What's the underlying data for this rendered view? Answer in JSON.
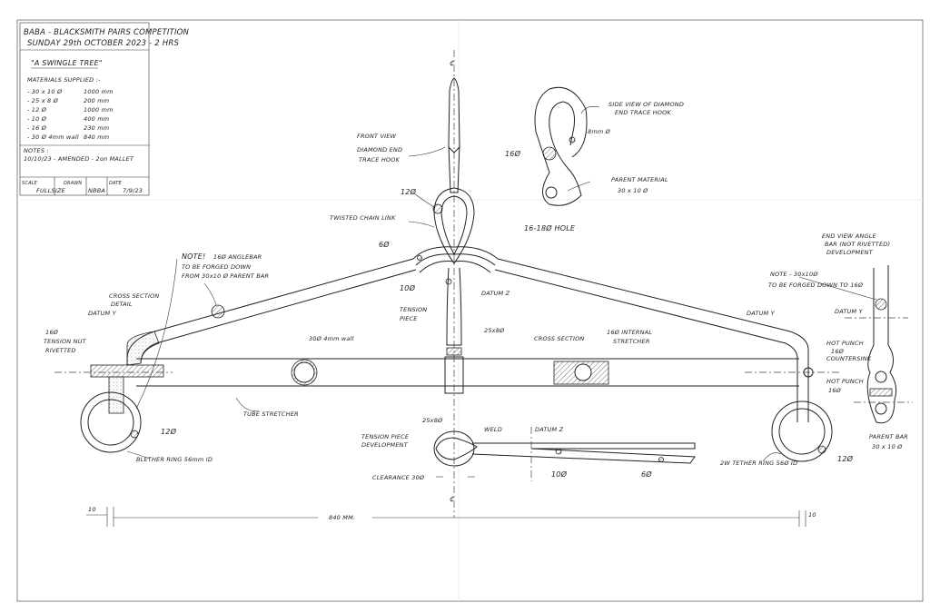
{
  "title_block": {
    "line1": "BABA - BLACKSMITH PAIRS COMPETITION",
    "line2": "SUNDAY 29th OCTOBER 2023 - 2 HRS",
    "project": "\"A SWINGLE TREE\"",
    "materials_heading": "MATERIALS SUPPLIED :-",
    "materials": [
      {
        "item": "- 30 x 10 Ø",
        "length": "1000 mm"
      },
      {
        "item": "- 25 x 8 Ø",
        "length": "200 mm"
      },
      {
        "item": "- 12 Ø",
        "length": "1000 mm"
      },
      {
        "item": "- 10 Ø",
        "length": "400 mm"
      },
      {
        "item": "- 16 Ø",
        "length": "230 mm"
      },
      {
        "item": "- 30 Ø 4mm wall",
        "length": "840 mm"
      }
    ],
    "notes_heading": "NOTES :",
    "note": "10/10/23 - AMENDED - 2on MALLET",
    "scale_label": "SCALE",
    "scale_value": "FULLSIZE",
    "drawn_label": "DRAWN",
    "drawn_value": "NBBA",
    "date_label": "DATE",
    "date_value": "7/9/23"
  },
  "labels": {
    "front_view": "FRONT VIEW",
    "diamond_end": "DIAMOND END",
    "trace_hook": "TRACE HOOK",
    "side_view_1": "SIDE VIEW OF DIAMOND",
    "side_view_2": "END TRACE HOOK",
    "hook_8mm": "8mm Ø",
    "hook_16": "16Ø",
    "parent_material": "PARENT MATERIAL",
    "parent_material_size": "30 x 10 Ø",
    "hole": "16-18Ø HOLE",
    "link_12": "12Ø",
    "twisted_chain_link": "TWISTED CHAIN LINK",
    "wrap_6": "6Ø",
    "wrap_10": "10Ø",
    "datum_z_top": "DATUM Z",
    "tension_piece_1": "TENSION",
    "tension_piece_2": "PIECE",
    "tp_25x8": "25x8Ø",
    "cross_section": "CROSS SECTION",
    "internal_16_1": "16Ø INTERNAL",
    "internal_16_2": "STRETCHER",
    "note_title": "NOTE!",
    "note_1": "16Ø ANGLEBAR",
    "note_2": "TO BE FORGED DOWN",
    "note_3": "FROM 30x10 Ø PARENT BAR",
    "cs_detail_1": "CROSS SECTION",
    "cs_detail_2": "DETAIL",
    "datum_y_left": "DATUM Y",
    "tension_nut_1": "16Ø",
    "tension_nut_2": "TENSION NUT",
    "tension_nut_3": "RIVETTED",
    "tube_30": "30Ø 4mm wall",
    "tube_stretcher": "TUBE STRETCHER",
    "ring_left_12": "12Ø",
    "ring_left": "BLETHER RING 56mm ID",
    "end_view_1": "END VIEW ANGLE",
    "end_view_2": "BAR (NOT RIVETTED)",
    "end_view_3": "DEVELOPMENT",
    "note_r_1": "NOTE - 30x10Ø",
    "note_r_2": "TO BE FORGED DOWN TO 16Ø",
    "datum_y_right": "DATUM Y",
    "datum_y_end": "DATUM Y",
    "hot_punch_cs_1": "HOT PUNCH",
    "hot_punch_cs_2": "16Ø",
    "hot_punch_cs_3": "COUNTERSINK",
    "hot_punch_1": "HOT PUNCH",
    "hot_punch_2": "16Ø",
    "parent_bar_1": "PARENT BAR",
    "parent_bar_2": "30 x 10 Ø",
    "ring_right_12": "12Ø",
    "ring_right": "2W TETHER RING 56Ø ID",
    "dev_25x8": "25x8Ø",
    "weld": "WELD",
    "datum_z_dev": "DATUM Z",
    "tp_dev_1": "TENSION PIECE",
    "tp_dev_2": "DEVELOPMENT",
    "clearance": "CLEARANCE 30Ø",
    "dev_10": "10Ø",
    "dev_6": "6Ø",
    "dim_total": "840 MM.",
    "dim_left": "10",
    "dim_right": "10",
    "cl_top": "¢",
    "cl_bottom": "¢"
  }
}
